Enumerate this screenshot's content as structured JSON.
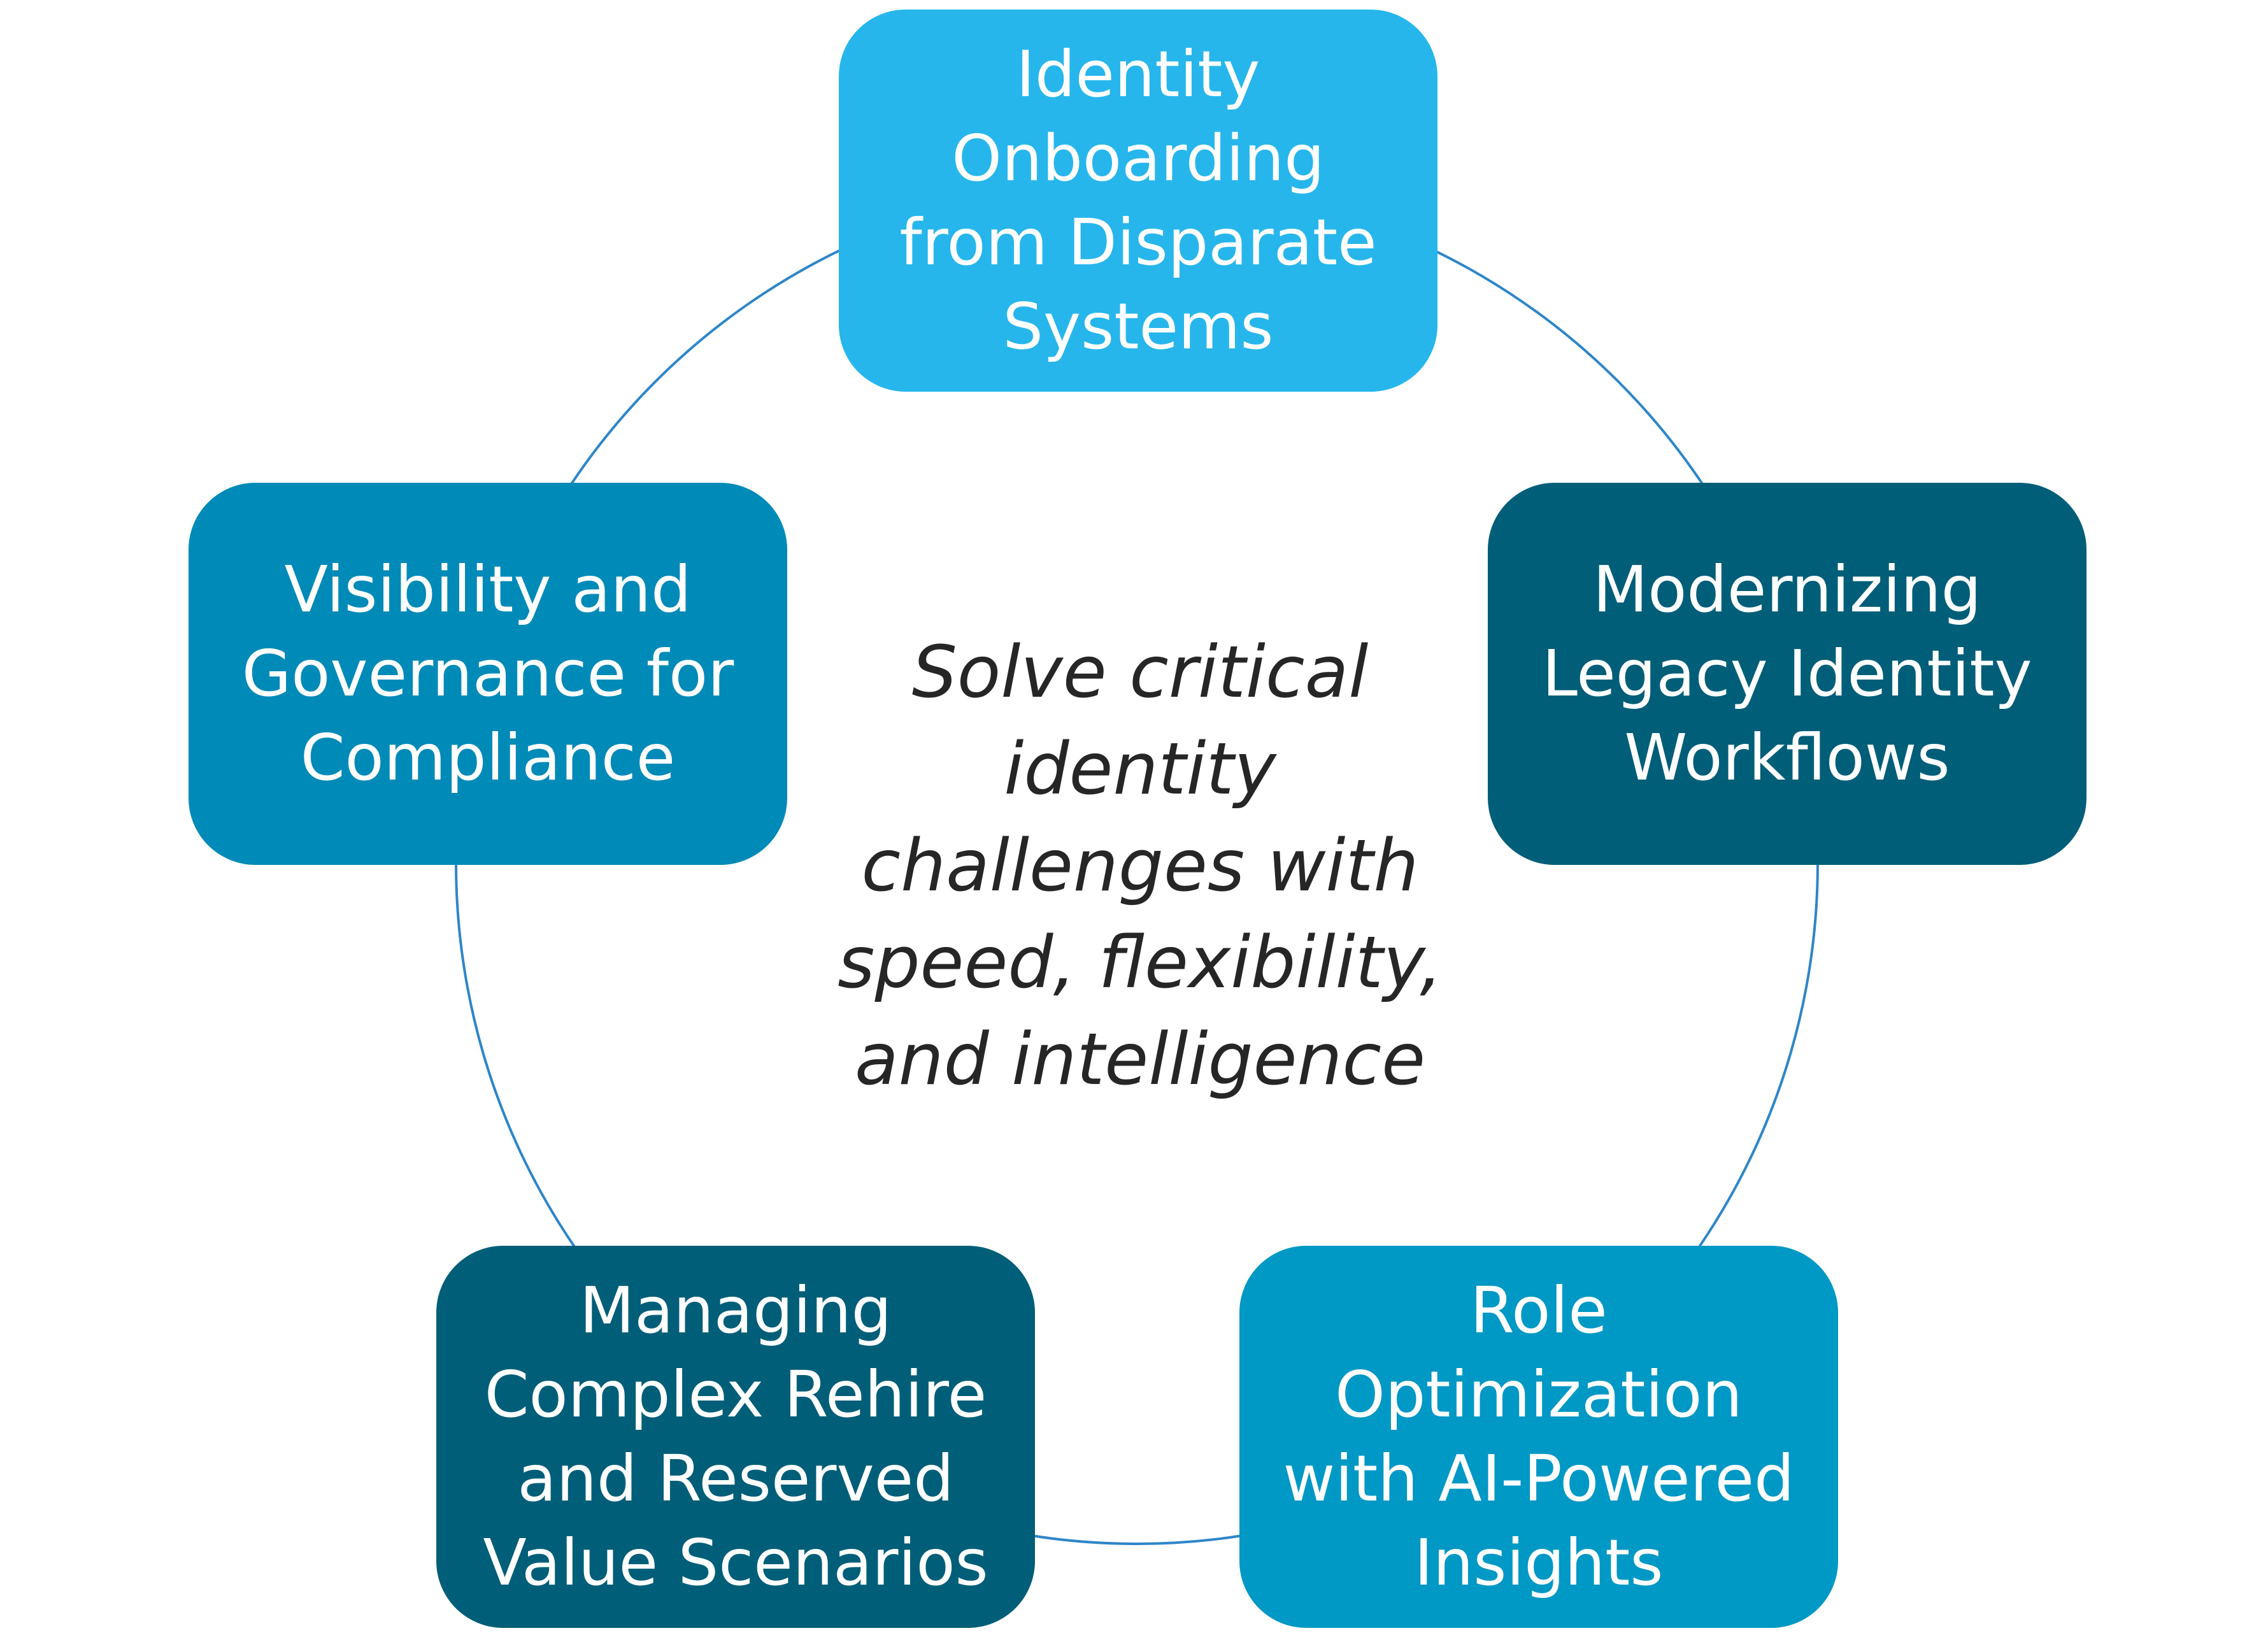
{
  "diagram": {
    "center_text": "Solve critical\nidentity\nchallenges with\nspeed, flexibility,\nand intelligence",
    "nodes": [
      {
        "label": "Identity\nOnboarding\nfrom Disparate\nSystems",
        "color": "#26b6ec"
      },
      {
        "label": "Modernizing\nLegacy Identity\nWorkflows",
        "color": "#015e78"
      },
      {
        "label": "Role\nOptimization\nwith AI-Powered\nInsights",
        "color": "#0098c5"
      },
      {
        "label": "Managing\nComplex Rehire\nand Reserved\nValue Scenarios",
        "color": "#015e78"
      },
      {
        "label": "Visibility and\nGovernance for\nCompliance",
        "color": "#008ab8"
      }
    ],
    "ring_color": "#2e86c9"
  }
}
